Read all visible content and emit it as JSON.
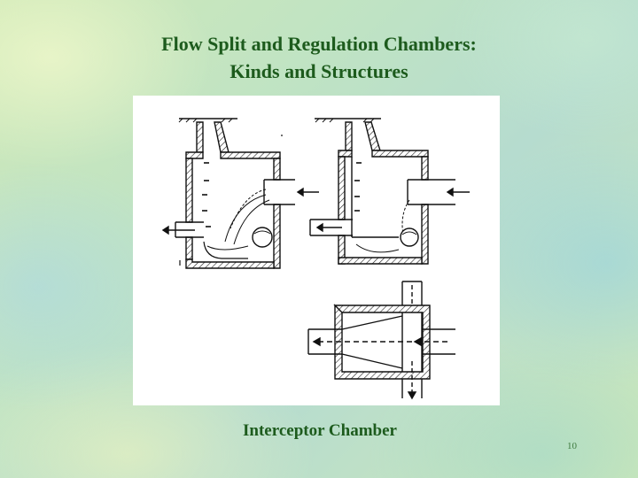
{
  "slide": {
    "title_line1": "Flow Split and Regulation Chambers:",
    "title_line2": "Kinds and Structures",
    "caption": "Interceptor Chamber",
    "page_number": "10"
  },
  "colors": {
    "title_text": "#1d5b1d",
    "background": "#c8e6bf",
    "drawing_ink": "#1a1a1a"
  }
}
